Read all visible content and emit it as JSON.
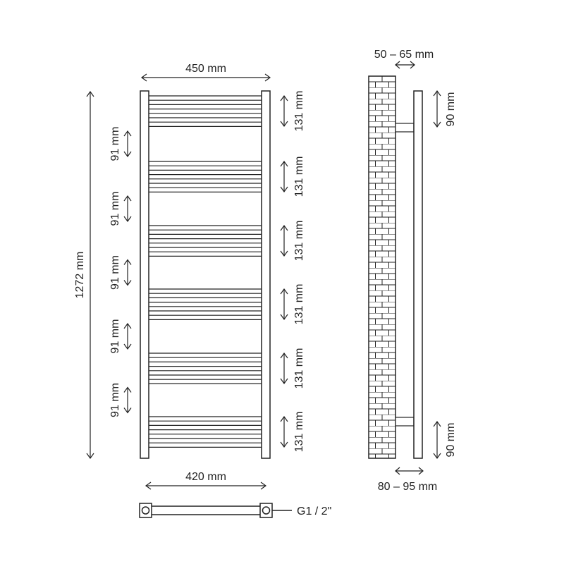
{
  "colors": {
    "ink": "#222222",
    "wall": "#ffffff"
  },
  "front_view": {
    "overall_width": "450 mm",
    "pipe_centers": "420 mm",
    "overall_height": "1272 mm",
    "block_heights": [
      "131 mm",
      "131 mm",
      "131 mm",
      "131 mm",
      "131 mm",
      "131 mm"
    ],
    "gap_heights": [
      "91 mm",
      "91 mm",
      "91 mm",
      "91 mm",
      "91 mm"
    ]
  },
  "side_view": {
    "bracket_distance": "50 – 65 mm",
    "wall_projection": "80 – 95 mm",
    "top_bracket_offset": "90 mm",
    "bottom_bracket_offset": "90 mm"
  },
  "bottom_view": {
    "connection": "G1 / 2\""
  }
}
